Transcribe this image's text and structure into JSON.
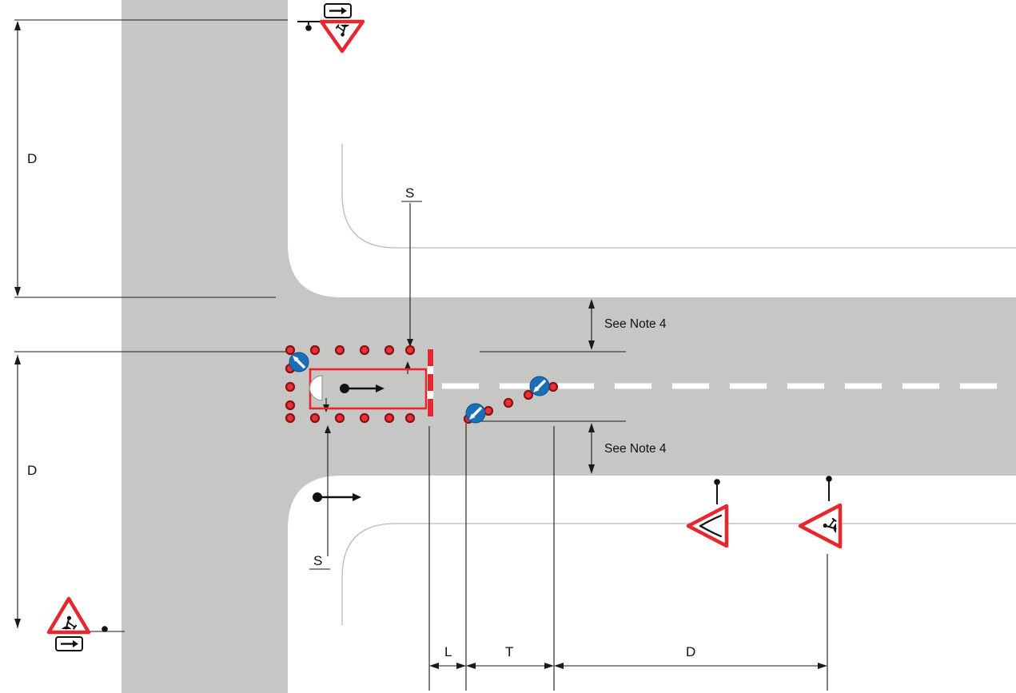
{
  "labels": {
    "distance_top": "D",
    "distance_bottom": "D",
    "sign_spacing_top": "S",
    "sign_spacing_bottom": "S",
    "note_top": "See Note 4",
    "note_bottom": "See Note 4",
    "dim_lead": "L",
    "dim_taper": "T",
    "dim_distance": "D"
  },
  "colors": {
    "road": "#c6c7c5",
    "line": "#1a1a1a",
    "footway_line": "#b9b9b9",
    "cone_fill": "#e63338",
    "cone_stroke": "#8c1012",
    "sign_red": "#e8262d",
    "sign_blue": "#1a70b8",
    "lane_dash": "#ffffff",
    "symbol_black": "#111111"
  },
  "icons": {
    "roadworks-sign": "red warning triangle with digging person glyph",
    "direction-arrow-plate": "boxed black right arrow",
    "keep-left-sign": "blue circle with white diagonal arrow",
    "road-narrows-sign": "red warning triangle (rotated) with narrowing road lines",
    "traffic-cone": "red dot with dark ring",
    "works-vehicle": "black dot with direction arrow",
    "sign-post": "black dot on short post line",
    "barrier-board": "vertical red and white striped board"
  }
}
